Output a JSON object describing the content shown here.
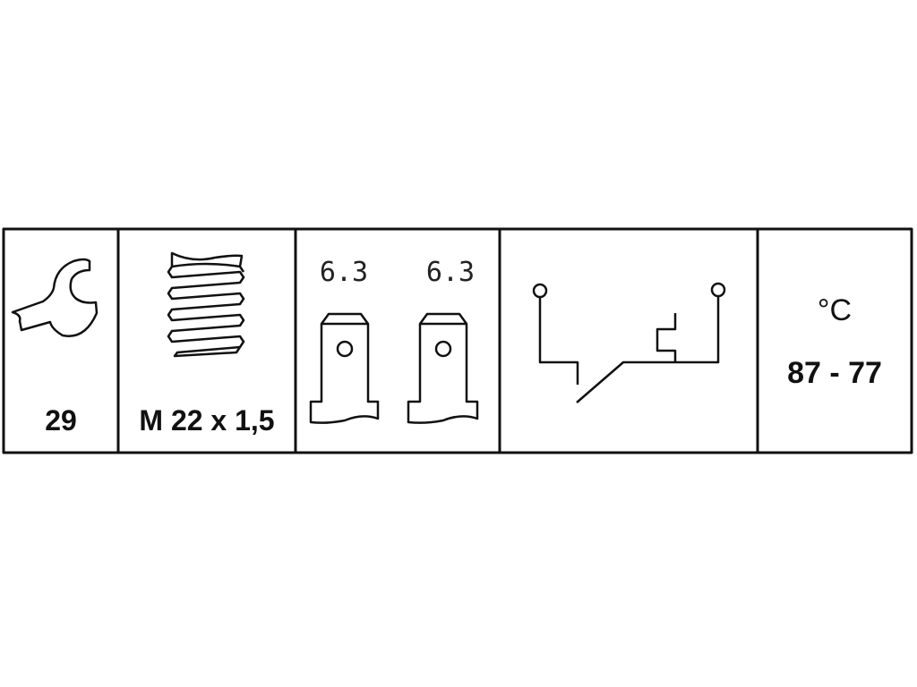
{
  "spec_table": {
    "wrench_size": "29",
    "thread": "M 22 x 1,5",
    "terminals": [
      "6.3",
      "6.3"
    ],
    "temperature_unit": "°C",
    "temperature_range": "87 - 77"
  },
  "colors": {
    "line": "#111111",
    "background": "#ffffff"
  }
}
